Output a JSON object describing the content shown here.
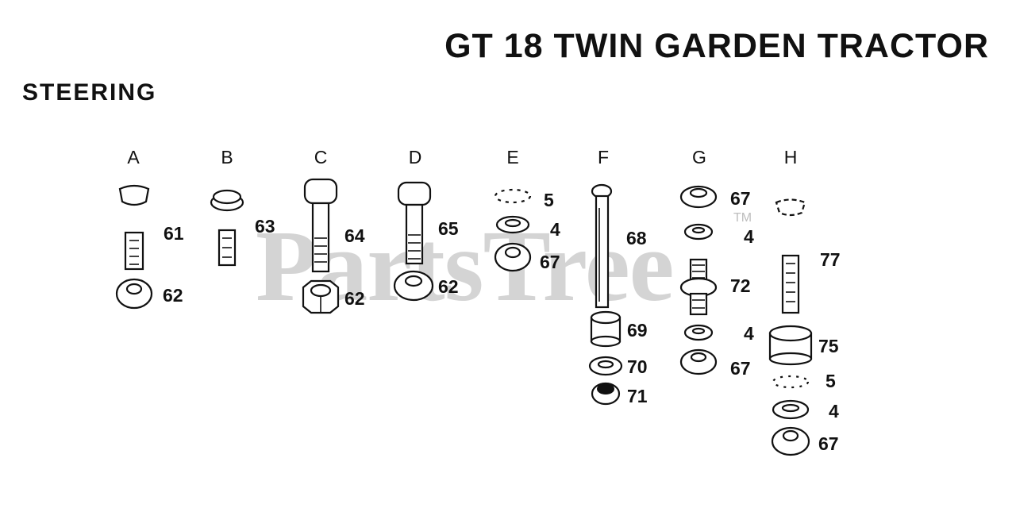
{
  "title": "GT 18 TWIN GARDEN TRACTOR",
  "section": "STEERING",
  "watermark": "PartsTree",
  "watermark_mark": "TM",
  "columns": [
    {
      "letter": "A",
      "parts": [
        "61",
        "62"
      ]
    },
    {
      "letter": "B",
      "parts": [
        "63"
      ]
    },
    {
      "letter": "C",
      "parts": [
        "64",
        "62"
      ]
    },
    {
      "letter": "D",
      "parts": [
        "65",
        "62"
      ]
    },
    {
      "letter": "E",
      "parts": [
        "5",
        "4",
        "67"
      ]
    },
    {
      "letter": "F",
      "parts": [
        "68",
        "69",
        "70",
        "71"
      ]
    },
    {
      "letter": "G",
      "parts": [
        "67",
        "4",
        "72",
        "4",
        "67"
      ]
    },
    {
      "letter": "H",
      "parts": [
        "77",
        "75",
        "5",
        "4",
        "67"
      ]
    }
  ]
}
